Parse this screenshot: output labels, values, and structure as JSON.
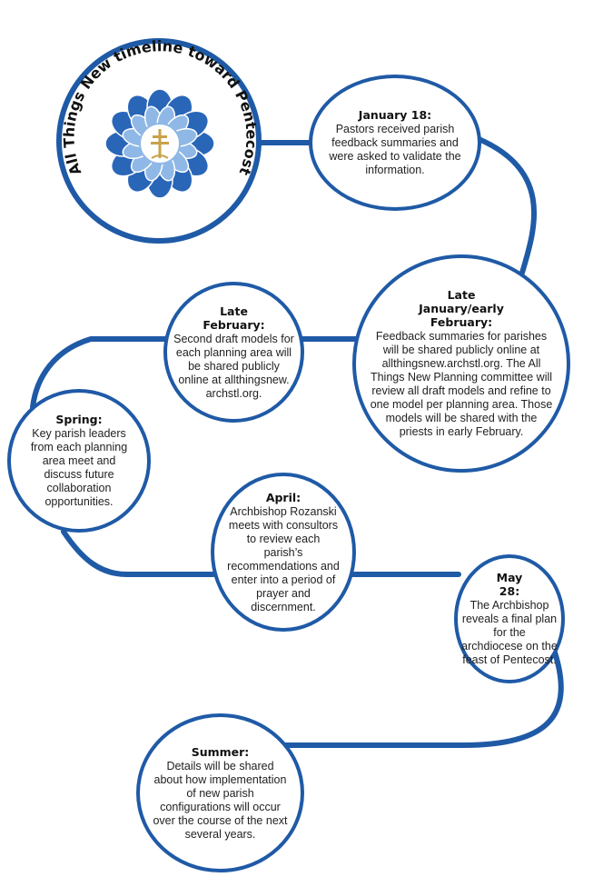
{
  "title": "All Things New timeline toward Pentecost",
  "colors": {
    "connector": "#1f5aa6",
    "border": "#1f5aa6",
    "petal_dark": "#2966b8",
    "petal_light": "#8fb8e6",
    "cross_gold": "#c8a24a"
  },
  "icons": {
    "logo": "flower-cross-icon"
  },
  "events": [
    {
      "id": "jan-18",
      "date": "January 18:",
      "text": "Pastors received parish feedback summaries and were asked to validate the information."
    },
    {
      "id": "late-jan",
      "date": "Late January/early February:",
      "text": "Feedback summaries for parishes will be shared publicly online at allthingsnew.archstl.org. The All Things New Planning committee will review all draft models and refine to one model per planning area. Those models will be shared with the priests in early February."
    },
    {
      "id": "late-feb",
      "date": "Late February:",
      "text": "Second draft models for each planning area will be shared publicly online at allthingsnew. archstl.org."
    },
    {
      "id": "spring",
      "date": "Spring:",
      "text": "Key parish leaders from each planning area meet and discuss future collaboration opportunities."
    },
    {
      "id": "april",
      "date": "April:",
      "text": "Archbishop Rozanski meets with consultors to review each parish’s recommendations and enter into a period of prayer and discernment."
    },
    {
      "id": "may-28",
      "date": "May 28:",
      "text": "The Archbishop reveals a final plan for the archdiocese on the feast of Pentecost."
    },
    {
      "id": "summer",
      "date": "Summer:",
      "text": "Details will be shared about how implementation of new parish configurations will occur over the course of the next several years."
    }
  ]
}
